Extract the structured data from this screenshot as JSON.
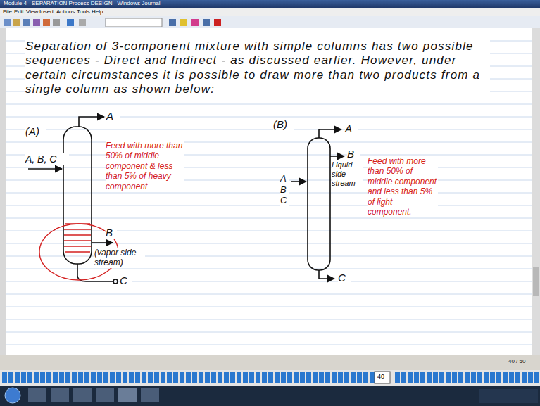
{
  "diagram": {
    "labels": [
      "Module 4 - SEPARATION Process DESIGN - Windows Journal",
      "File",
      "Edit",
      "View",
      "Insert",
      "Actions",
      "Tools",
      "Help",
      "Separation of 3-component mixture with simple columns has two possible sequences - Direct and Indirect - as discussed earlier. However, under certain circumstances it is possible to draw more than two products from a single column as shown below:",
      "(A)",
      "A",
      "A, B, C",
      "Feed with more than 50% of middle component & less than 5% of heavy component",
      "B",
      "(vapor side stream)",
      "C",
      "(B)",
      "A",
      "B",
      "Liquid side stream",
      "A B C",
      "Feed with more than 50% of middle component and less than 5% of light component.",
      "C",
      "40 / 50",
      "40"
    ]
  }
}
